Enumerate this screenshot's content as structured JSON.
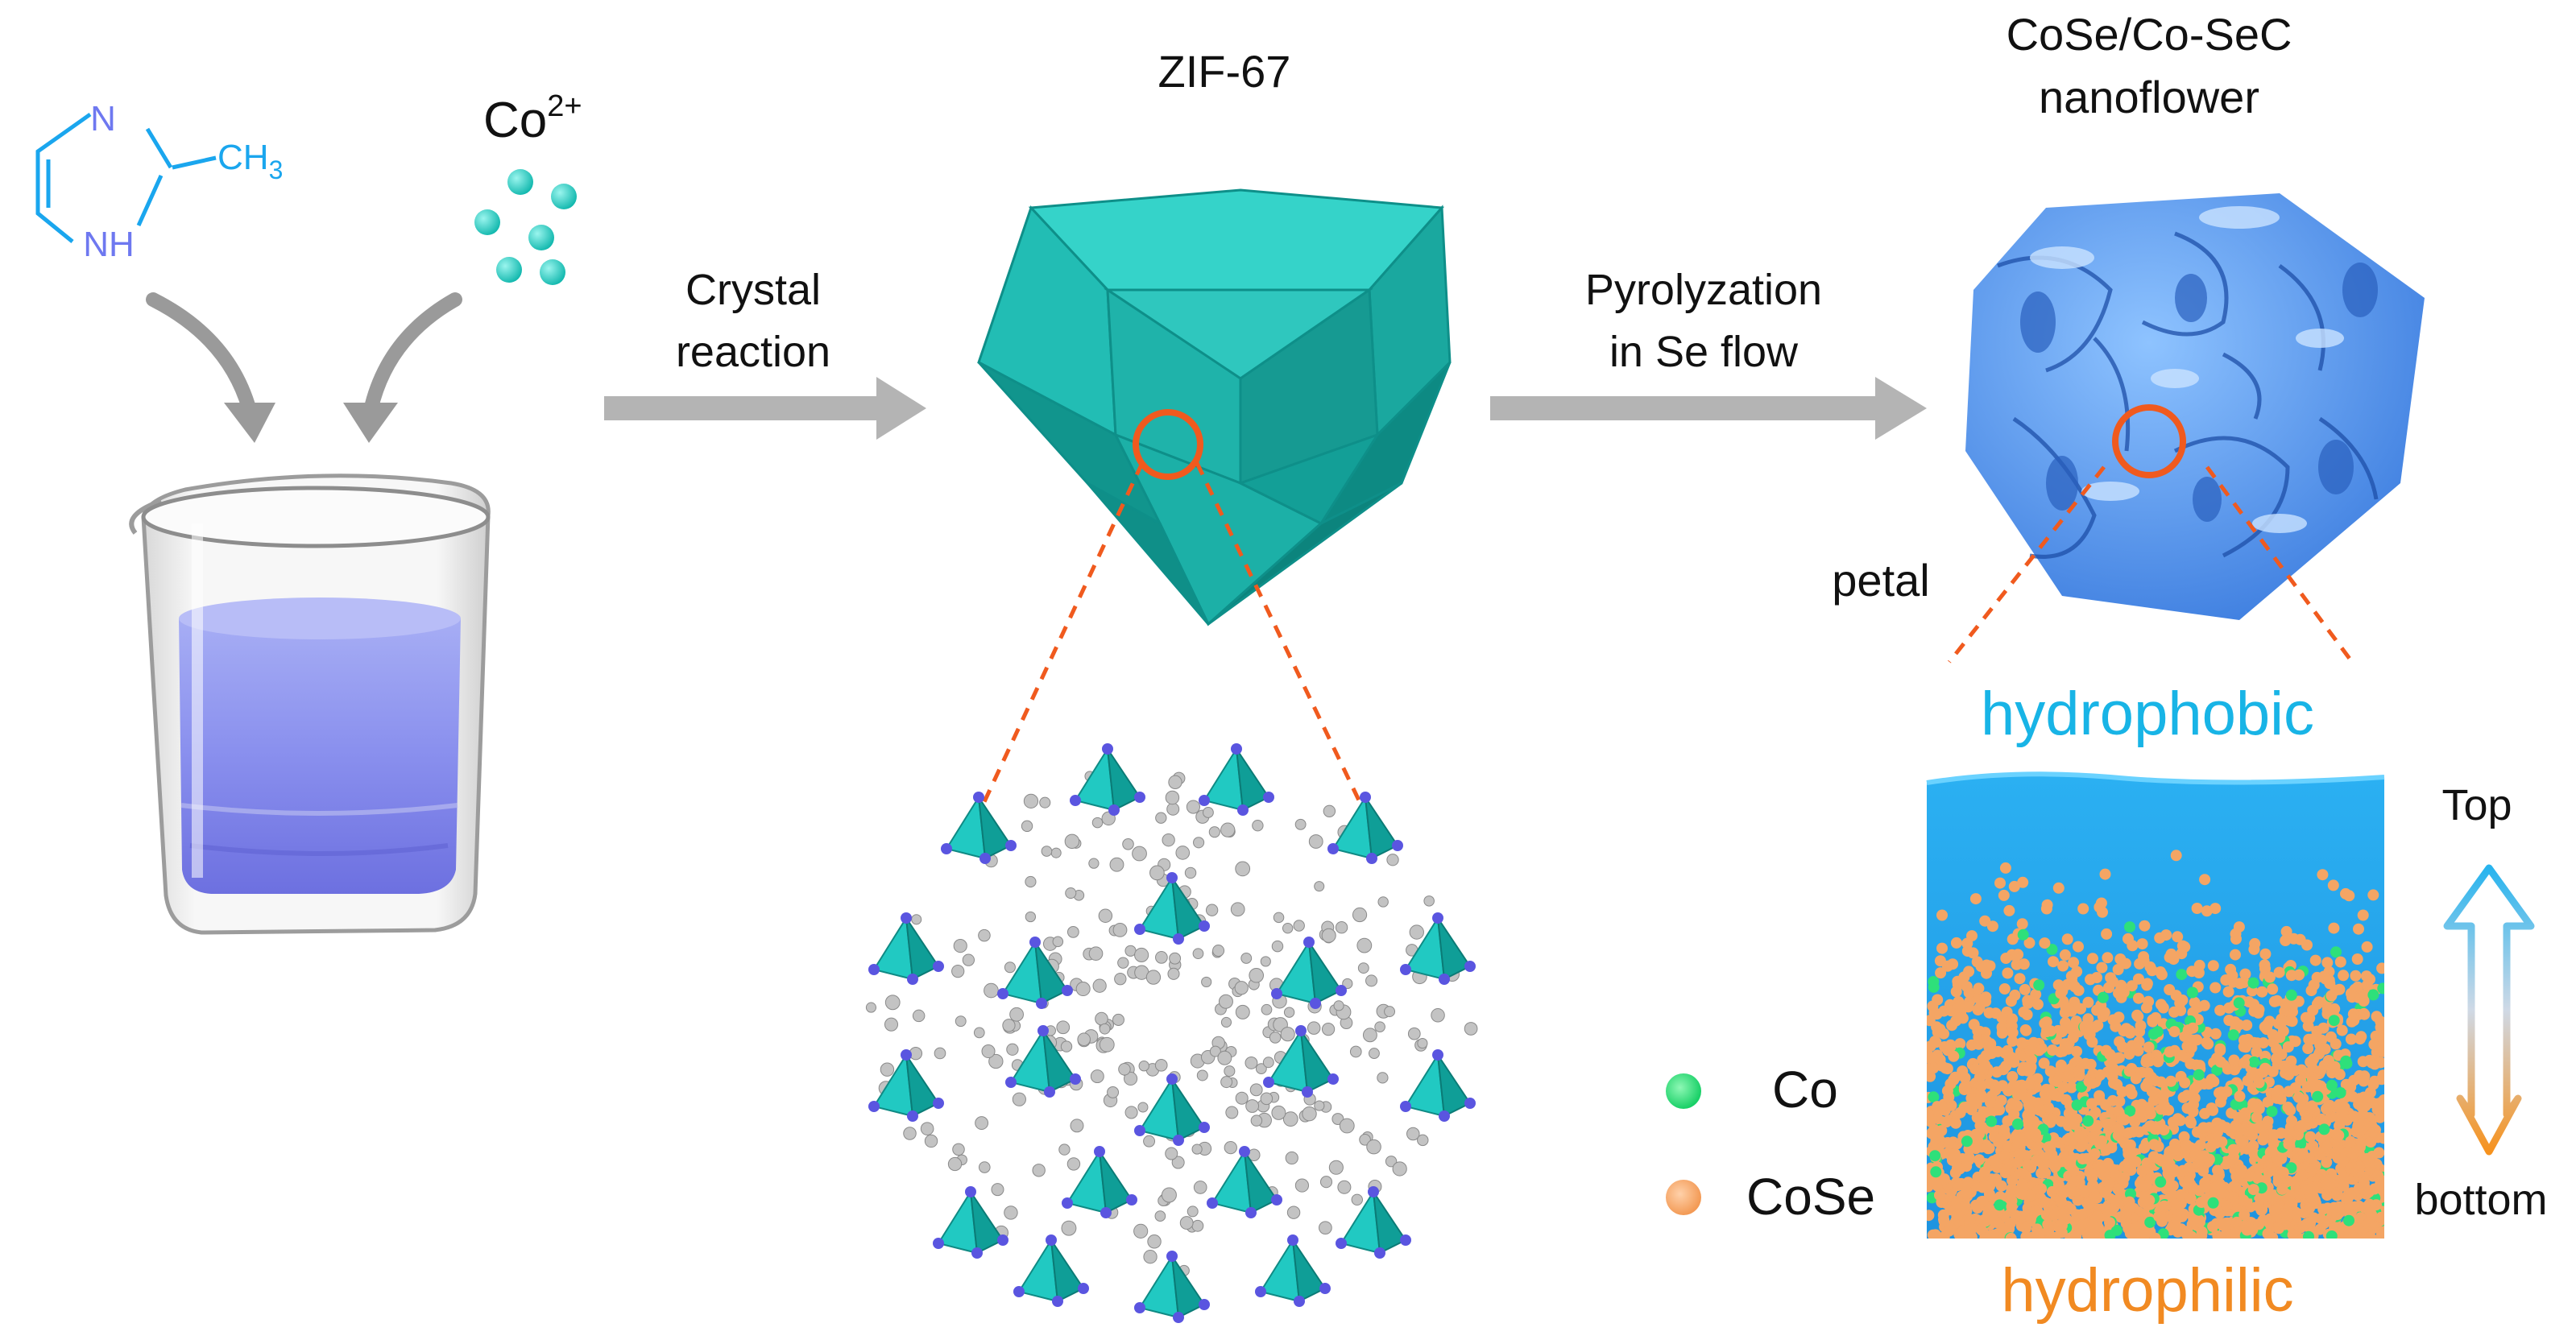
{
  "molecule": {
    "atom_n_top": "N",
    "atom_nh": "NH",
    "methyl": "CH",
    "methyl_sub": "3"
  },
  "cobalt_ion": {
    "base": "Co",
    "charge": "2+"
  },
  "steps": {
    "step1_line1": "Crystal",
    "step1_line2": "reaction",
    "step2_line1": "Pyrolyzation",
    "step2_line2": "in Se flow"
  },
  "zif": {
    "title": "ZIF-67"
  },
  "nanoflower": {
    "title_line1": "CoSe/Co-SeC",
    "title_line2": "nanoflower",
    "petal_label": "petal"
  },
  "petal_section": {
    "top_label": "hydrophobic",
    "bottom_label": "hydrophilic",
    "gradient_top": "Top",
    "gradient_bottom": "bottom"
  },
  "legend": [
    {
      "label": "Co",
      "color": "#2ee07a"
    },
    {
      "label": "CoSe",
      "color": "#f4a564"
    }
  ],
  "colors": {
    "teal": "#1ec8c0",
    "blue_text": "#18b4e6",
    "orange_text": "#f18a22",
    "arrow_gray": "#b4b4b4",
    "dashed_orange": "#f05a1e",
    "liquid": "#7f85e8",
    "nanoflower": "#5b9ef2",
    "petal_bg": "#22a6ef"
  }
}
